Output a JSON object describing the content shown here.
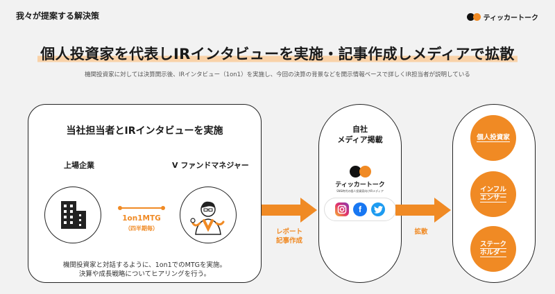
{
  "header": {
    "title": "我々が提案する解決策",
    "brand_name": "ティッカートーク"
  },
  "headline": "個人投資家を代表しIRインタビューを実施・記事作成しメディアで拡散",
  "subline": "機関投資家に対しては決算開示後、IRインタビュー（1on1）を実施し、今回の決算の背景などを開示情報ベースで詳しくIR担当者が説明している",
  "interview_panel": {
    "title": "当社担当者とIRインタビューを実施",
    "left_label": "上場企業",
    "right_label": "V ファンドマネジャー",
    "mtg_label": "1on1MTG",
    "mtg_sub": "（四半期毎）",
    "note_line1": "機関投資家と対話するように、1on1でのMTGを実施。",
    "note_line2": "決算や成長戦略についてヒアリングを行う。"
  },
  "arrow1_label_line1": "レポート",
  "arrow1_label_line2": "記事作成",
  "media_panel": {
    "title_line1": "自社",
    "title_line2": "メディア掲載",
    "logo_name": "ティッカートーク",
    "logo_tagline": "SNS時代の個人投資家向けIRメディア"
  },
  "arrow2_label": "拡散",
  "audiences": [
    {
      "line1": "個人投資家",
      "line2": ""
    },
    {
      "line1": "インフル",
      "line2": "エンサー"
    },
    {
      "line1": "ステーク",
      "line2": "ホルダー"
    }
  ],
  "colors": {
    "accent": "#f08a24",
    "highlight": "#f9d2a8",
    "background": "#f2f2f2"
  },
  "icons": [
    "building-icon",
    "fund-manager-illustration",
    "instagram-icon",
    "facebook-icon",
    "twitter-icon"
  ]
}
